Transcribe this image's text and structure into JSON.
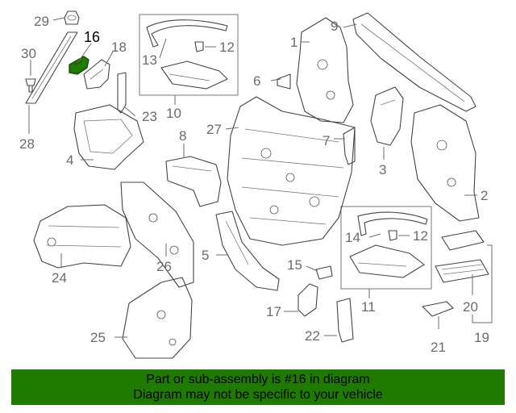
{
  "callouts": {
    "c1": "1",
    "c2": "2",
    "c3": "3",
    "c4": "4",
    "c5": "5",
    "c6": "6",
    "c7": "7",
    "c8": "8",
    "c9": "9",
    "c10": "10",
    "c11": "11",
    "c12a": "12",
    "c12b": "12",
    "c13": "13",
    "c14": "14",
    "c15": "15",
    "c16": "16",
    "c17": "17",
    "c18": "18",
    "c19": "19",
    "c20": "20",
    "c21": "21",
    "c22": "22",
    "c23": "23",
    "c24": "24",
    "c25": "25",
    "c26": "26",
    "c27": "27",
    "c28": "28",
    "c29": "29",
    "c30": "30"
  },
  "highlight": {
    "part_number": "16",
    "color": "#1f7a00"
  },
  "banner": {
    "line1": "Part or sub-assembly is #16 in diagram",
    "line2": "Diagram may not be specific to your vehicle",
    "background": "#1f7a00"
  }
}
